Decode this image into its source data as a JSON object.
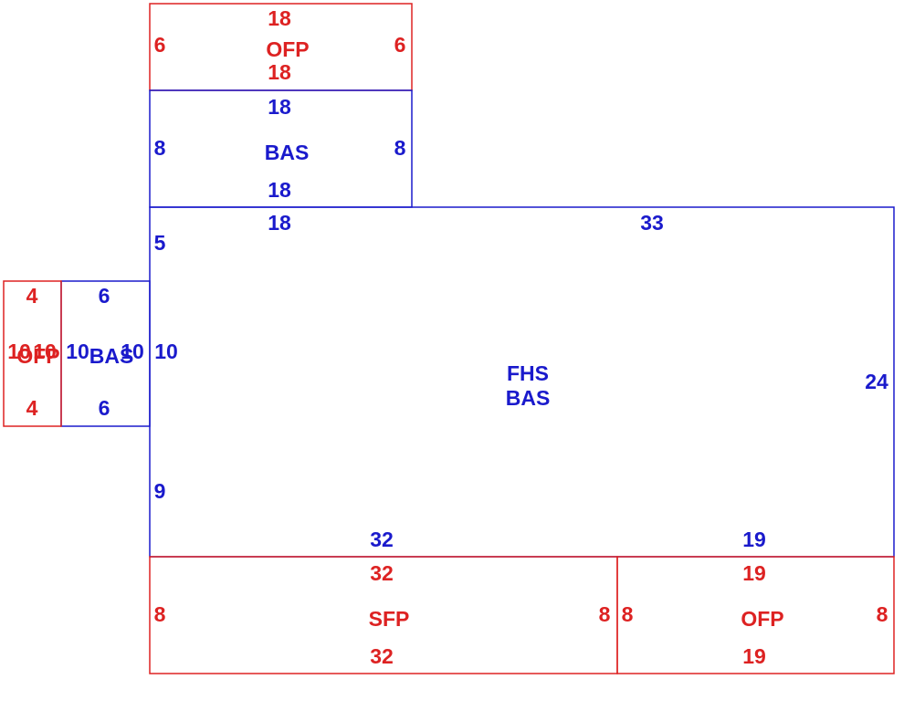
{
  "colors": {
    "blue": "#1a1acc",
    "red": "#dd2222"
  },
  "areas": [
    {
      "id": "ofp-top",
      "color": "red",
      "labels": [
        "OFP"
      ],
      "dims": {
        "top": "18",
        "bottom": "18",
        "left": "6",
        "right": "6"
      }
    },
    {
      "id": "bas-top",
      "color": "blue",
      "labels": [
        "BAS"
      ],
      "dims": {
        "top": "18",
        "bottom": "18",
        "left": "8",
        "right": "8"
      }
    },
    {
      "id": "fhs-bas-main",
      "color": "blue",
      "labels": [
        "FHS",
        "BAS"
      ],
      "dims": {
        "top_left": "18",
        "top_right": "33",
        "left_upper": "5",
        "left_middle": "10",
        "left_lower": "9",
        "right": "24",
        "bottom_left": "32",
        "bottom_right": "19"
      }
    },
    {
      "id": "bas-left",
      "color": "blue",
      "labels": [
        "BAS"
      ],
      "dims": {
        "top": "6",
        "bottom": "6",
        "left": "10",
        "right": "10"
      }
    },
    {
      "id": "ofp-left",
      "color": "red",
      "labels": [
        "OFP"
      ],
      "dims": {
        "top": "4",
        "bottom": "4",
        "left": "10",
        "right": "10"
      }
    },
    {
      "id": "sfp-bottom",
      "color": "red",
      "labels": [
        "SFP"
      ],
      "dims": {
        "top": "32",
        "bottom": "32",
        "left": "8",
        "right": "8"
      }
    },
    {
      "id": "ofp-bottom-right",
      "color": "red",
      "labels": [
        "OFP"
      ],
      "dims": {
        "top": "19",
        "bottom": "19",
        "left": "8",
        "right": "8"
      }
    }
  ]
}
